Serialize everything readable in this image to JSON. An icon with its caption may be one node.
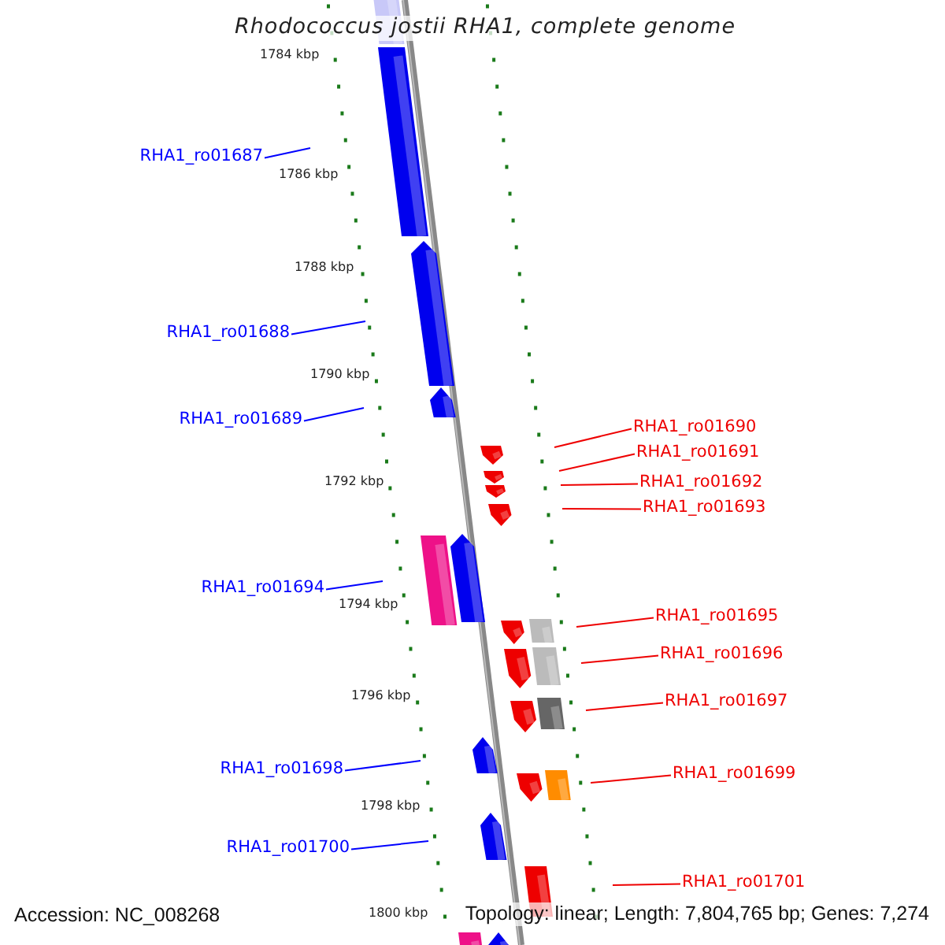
{
  "diagram": {
    "title": "Rhodococcus jostii RHA1, complete genome",
    "nodes": [
      {
        "text": [
          "RHA1_ro01687"
        ]
      },
      {
        "text": [
          "RHA1_ro01688"
        ]
      },
      {
        "text": [
          "RHA1_ro01689"
        ]
      },
      {
        "text": [
          "RHA1_ro01690"
        ]
      },
      {
        "text": [
          "RHA1_ro01691"
        ]
      },
      {
        "text": [
          "RHA1_ro01692"
        ]
      },
      {
        "text": [
          "RHA1_ro01693"
        ]
      },
      {
        "text": [
          "RHA1_ro01694"
        ]
      },
      {
        "text": [
          "RHA1_ro01695"
        ]
      },
      {
        "text": [
          "RHA1_ro01696"
        ]
      },
      {
        "text": [
          "RHA1_ro01697"
        ]
      },
      {
        "text": [
          "RHA1_ro01698"
        ]
      },
      {
        "text": [
          "RHA1_ro01699"
        ]
      },
      {
        "text": [
          "RHA1_ro01700"
        ]
      },
      {
        "text": [
          "RHA1_ro01701"
        ]
      }
    ],
    "edges": [
      {
        "from": 0,
        "to": null,
        "arrow": "none",
        "color": "#0000ff"
      },
      {
        "from": 1,
        "to": null,
        "arrow": "none",
        "color": "#0000ff"
      },
      {
        "from": 2,
        "to": null,
        "arrow": "none",
        "color": "#0000ff"
      },
      {
        "from": 3,
        "to": null,
        "arrow": "none"
      },
      {
        "from": 4,
        "to": null,
        "arrow": "none"
      },
      {
        "from": 5,
        "to": null,
        "arrow": "none"
      },
      {
        "from": 6,
        "to": null,
        "arrow": "none"
      },
      {
        "from": 7,
        "to": null,
        "arrow": "none",
        "color": "#0000ff"
      },
      {
        "from": 8,
        "to": null,
        "arrow": "none"
      },
      {
        "from": 9,
        "to": null,
        "arrow": "none"
      },
      {
        "from": 10,
        "to": null,
        "arrow": "none"
      },
      {
        "from": 11,
        "to": null,
        "arrow": "none",
        "color": "#0000ff"
      },
      {
        "from": 12,
        "to": null,
        "arrow": "none"
      },
      {
        "from": 13,
        "to": null,
        "arrow": "none",
        "color": "#0000ff"
      },
      {
        "from": 14,
        "to": null,
        "arrow": "none"
      }
    ],
    "labels": [
      "1784 kbp",
      "1786 kbp",
      "1788 kbp",
      "1790 kbp",
      "1792 kbp",
      "1794 kbp",
      "1796 kbp",
      "1798 kbp",
      "1800 kbp",
      "Accession: NC_008268",
      "Topology: linear; Length: 7,804,765 bp; Genes: 7,274"
    ]
  }
}
